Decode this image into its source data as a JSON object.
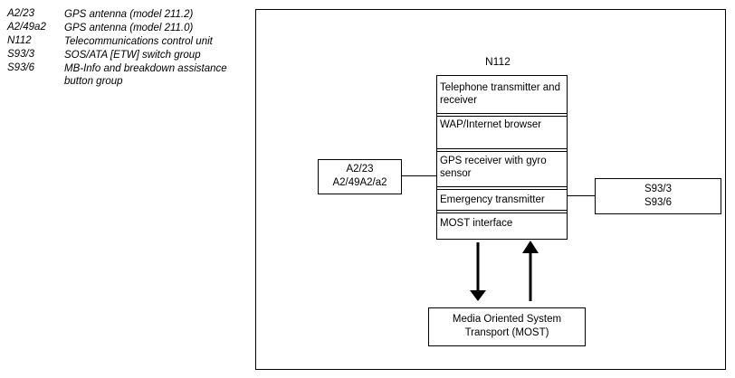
{
  "legend": [
    {
      "code": "A2/23",
      "desc": "GPS antenna (model 211.2)"
    },
    {
      "code": "A2/49a2",
      "desc": "GPS antenna (model 211.0)"
    },
    {
      "code": "N112",
      "desc": "Telecommunications control unit"
    },
    {
      "code": "S93/3",
      "desc": "SOS/ATA [ETW] switch group"
    },
    {
      "code": "S93/6",
      "desc": "MB-Info and breakdown assistance button group"
    }
  ],
  "unit": {
    "label": "N112",
    "sections": [
      "Telephone transmitter and receiver",
      "WAP/Internet browser",
      "GPS receiver with gyro sensor",
      "Emergency transmitter",
      "MOST interface"
    ]
  },
  "left_box": {
    "line1": "A2/23",
    "line2": "A2/49A2/a2"
  },
  "right_box": {
    "line1": "S93/3",
    "line2": "S93/6"
  },
  "bottom_box": {
    "line1": "Media Oriented System",
    "line2": "Transport (MOST)"
  }
}
